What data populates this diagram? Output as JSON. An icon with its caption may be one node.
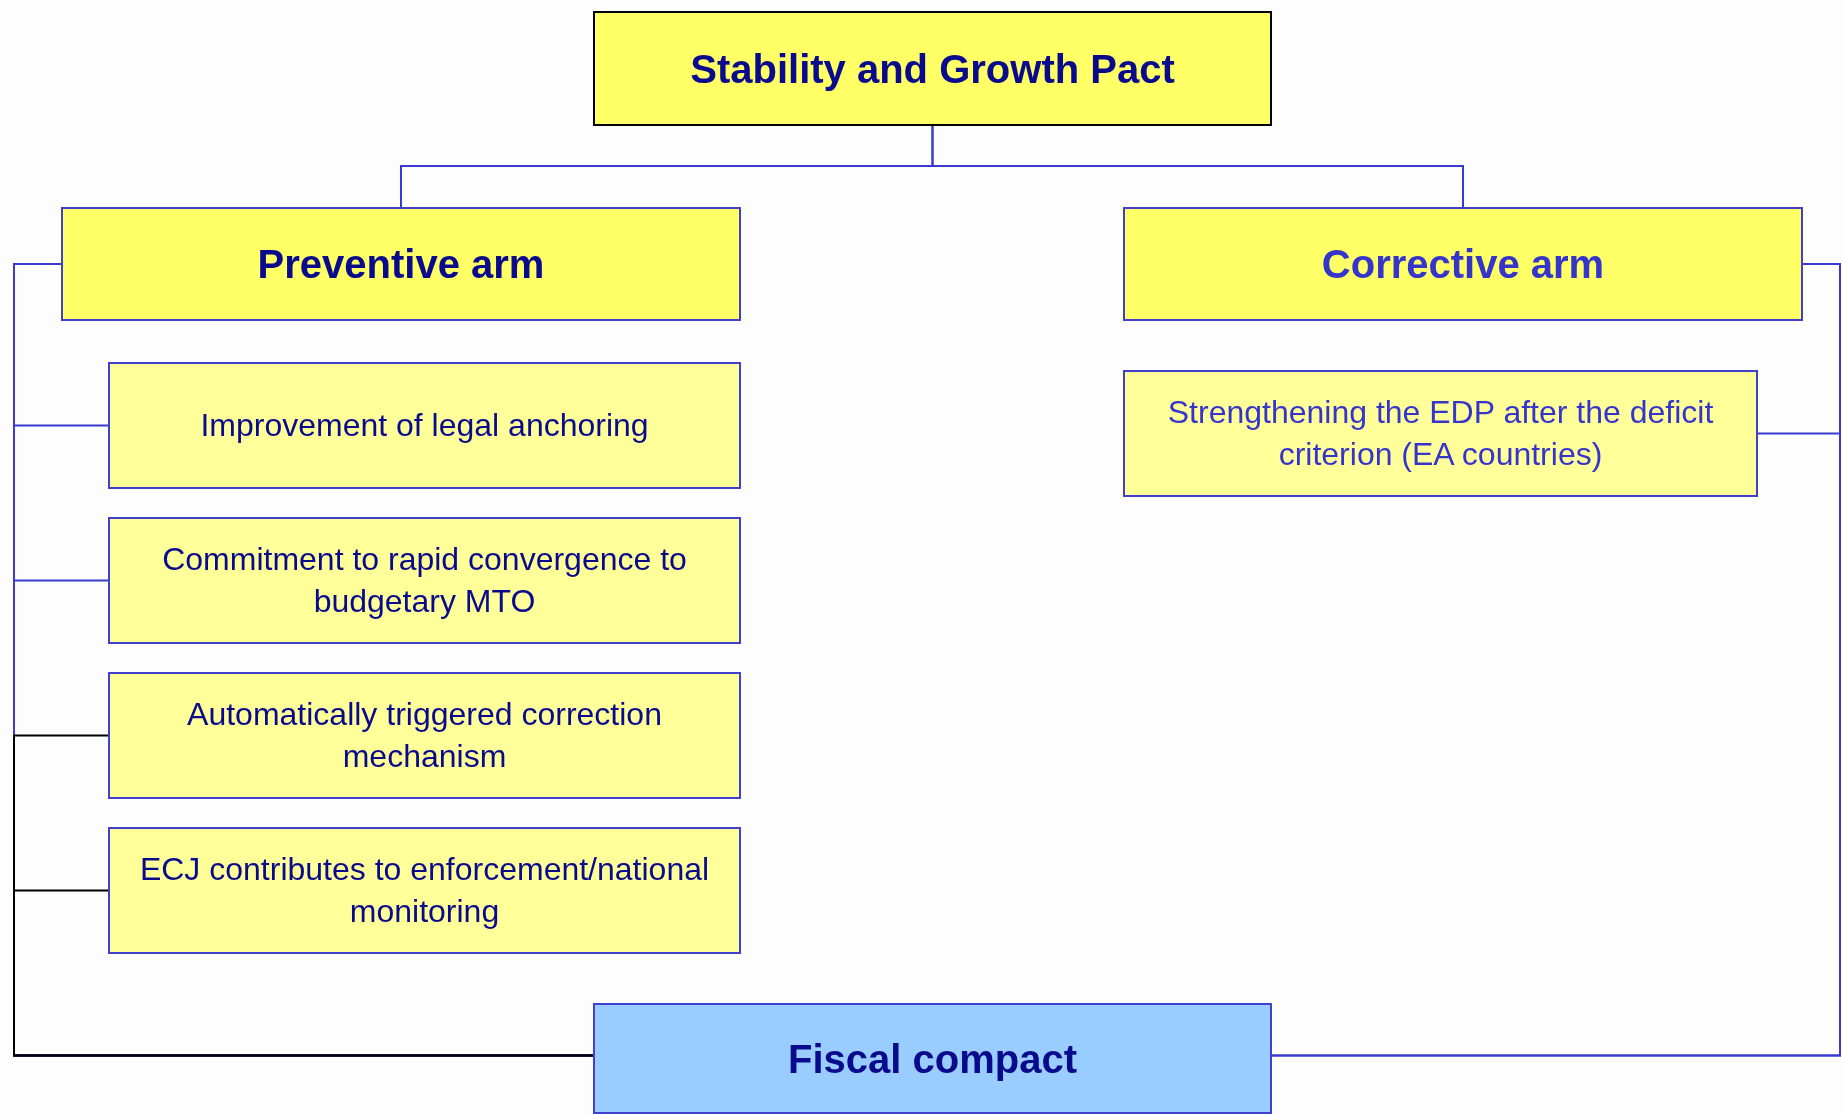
{
  "diagram": {
    "nodes": [
      {
        "text": [
          "Stability and Growth Pact"
        ]
      },
      {
        "text": [
          "Preventive arm"
        ]
      },
      {
        "text": [
          "Improvement of legal anchoring"
        ]
      },
      {
        "text": [
          "Commitment to rapid convergence to budgetary MTO"
        ]
      },
      {
        "text": [
          "Automatically triggered correction mechanism"
        ]
      },
      {
        "text": [
          "ECJ contributes to enforcement/national monitoring"
        ]
      },
      {
        "text": [
          "Corrective arm"
        ]
      },
      {
        "text": [
          "Strengthening the EDP after the deficit criterion (EA countries)"
        ]
      },
      {
        "text": [
          "Fiscal compact"
        ]
      }
    ],
    "edges": [
      {
        "from": 0,
        "to": 1,
        "arrow": "none"
      },
      {
        "from": 0,
        "to": 6,
        "arrow": "none"
      },
      {
        "from": 8,
        "to": 1,
        "arrow": "none"
      },
      {
        "from": 8,
        "to": 2,
        "arrow": "none"
      },
      {
        "from": 8,
        "to": 3,
        "arrow": "none"
      },
      {
        "from": 8,
        "to": 4,
        "arrow": "none",
        "color": "#000000"
      },
      {
        "from": 8,
        "to": 5,
        "arrow": "none",
        "color": "#000000"
      },
      {
        "from": 8,
        "to": 6,
        "arrow": "none"
      },
      {
        "from": 8,
        "to": 7,
        "arrow": "none"
      }
    ]
  }
}
